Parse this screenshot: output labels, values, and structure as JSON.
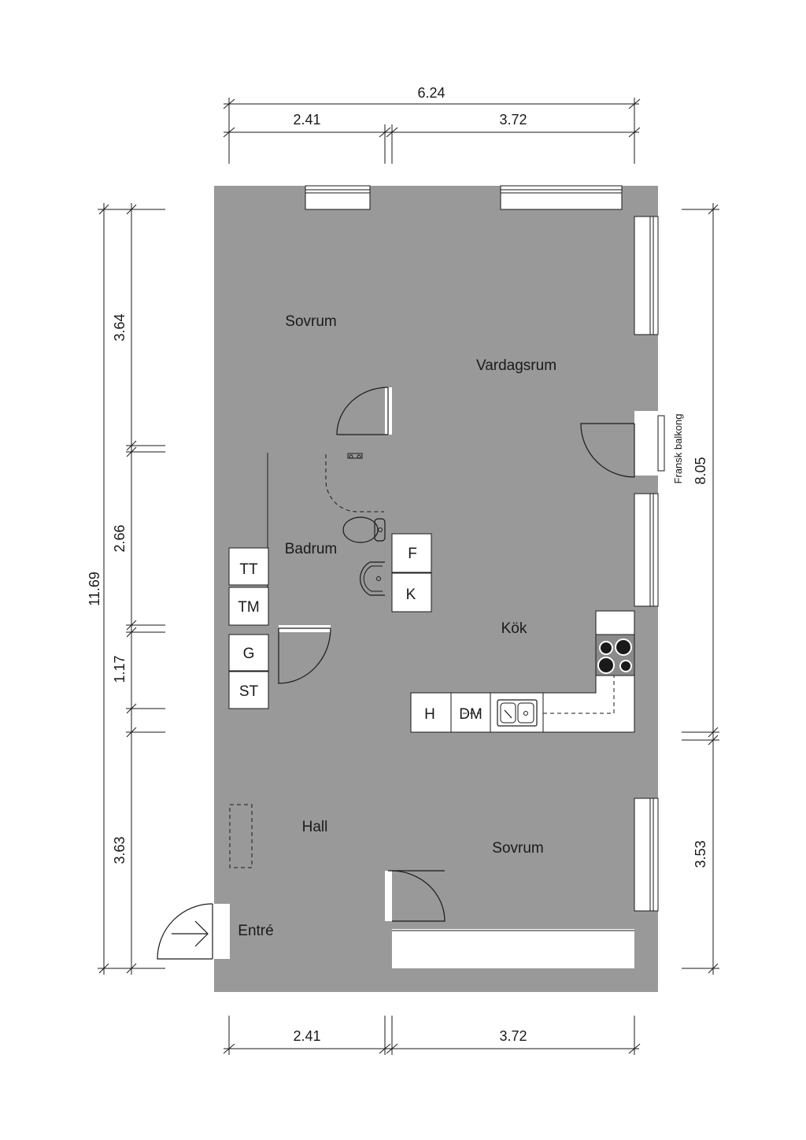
{
  "rooms": {
    "sovrum_top": "Sovrum",
    "vardagsrum": "Vardagsrum",
    "badrum": "Badrum",
    "kok": "Kök",
    "hall": "Hall",
    "entre": "Entré",
    "sovrum_bottom": "Sovrum"
  },
  "appliances": {
    "tt": "TT",
    "tm": "TM",
    "g": "G",
    "st": "ST",
    "f": "F",
    "k": "K",
    "h": "H",
    "dm": "DM"
  },
  "balcony_label": "Fransk balkong",
  "dimensions": {
    "top_total": "6.24",
    "top_left": "2.41",
    "top_right": "3.72",
    "bottom_left": "2.41",
    "bottom_right": "3.72",
    "left_total": "11.69",
    "left_1": "3.64",
    "left_2": "2.66",
    "left_3": "1.17",
    "left_4": "3.63",
    "right_top": "8.05",
    "right_bottom": "3.53"
  }
}
